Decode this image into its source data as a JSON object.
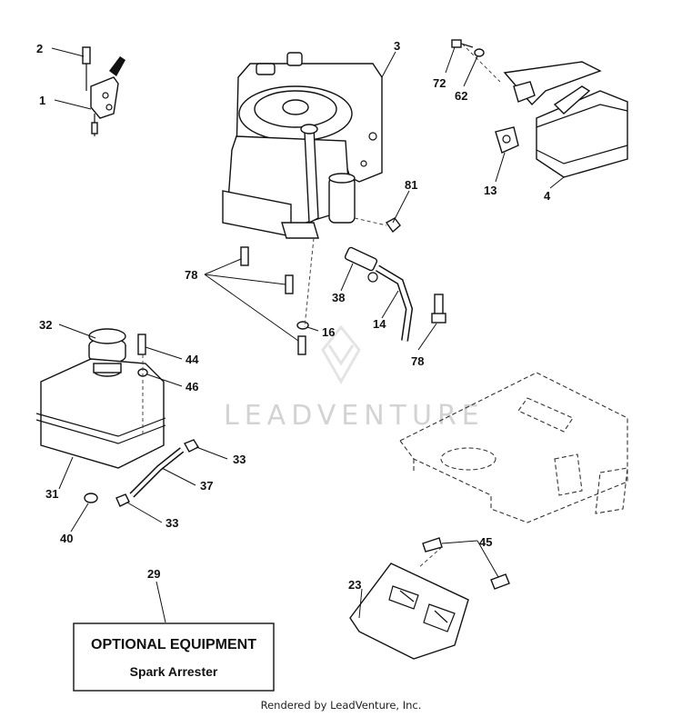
{
  "diagram": {
    "callouts": [
      {
        "id": "2",
        "label": "2"
      },
      {
        "id": "1",
        "label": "1"
      },
      {
        "id": "3",
        "label": "3"
      },
      {
        "id": "72",
        "label": "72"
      },
      {
        "id": "62",
        "label": "62"
      },
      {
        "id": "13",
        "label": "13"
      },
      {
        "id": "4",
        "label": "4"
      },
      {
        "id": "81",
        "label": "81"
      },
      {
        "id": "78a",
        "label": "78"
      },
      {
        "id": "38",
        "label": "38"
      },
      {
        "id": "14",
        "label": "14"
      },
      {
        "id": "16",
        "label": "16"
      },
      {
        "id": "78b",
        "label": "78"
      },
      {
        "id": "32",
        "label": "32"
      },
      {
        "id": "44",
        "label": "44"
      },
      {
        "id": "46",
        "label": "46"
      },
      {
        "id": "33a",
        "label": "33"
      },
      {
        "id": "37",
        "label": "37"
      },
      {
        "id": "31",
        "label": "31"
      },
      {
        "id": "33b",
        "label": "33"
      },
      {
        "id": "40",
        "label": "40"
      },
      {
        "id": "45",
        "label": "45"
      },
      {
        "id": "23",
        "label": "23"
      },
      {
        "id": "29",
        "label": "29"
      }
    ],
    "optional_box": {
      "title": "OPTIONAL EQUIPMENT",
      "subtitle": "Spark Arrester"
    },
    "watermark": "LEADVENTURE",
    "footer": "Rendered by LeadVenture, Inc."
  }
}
